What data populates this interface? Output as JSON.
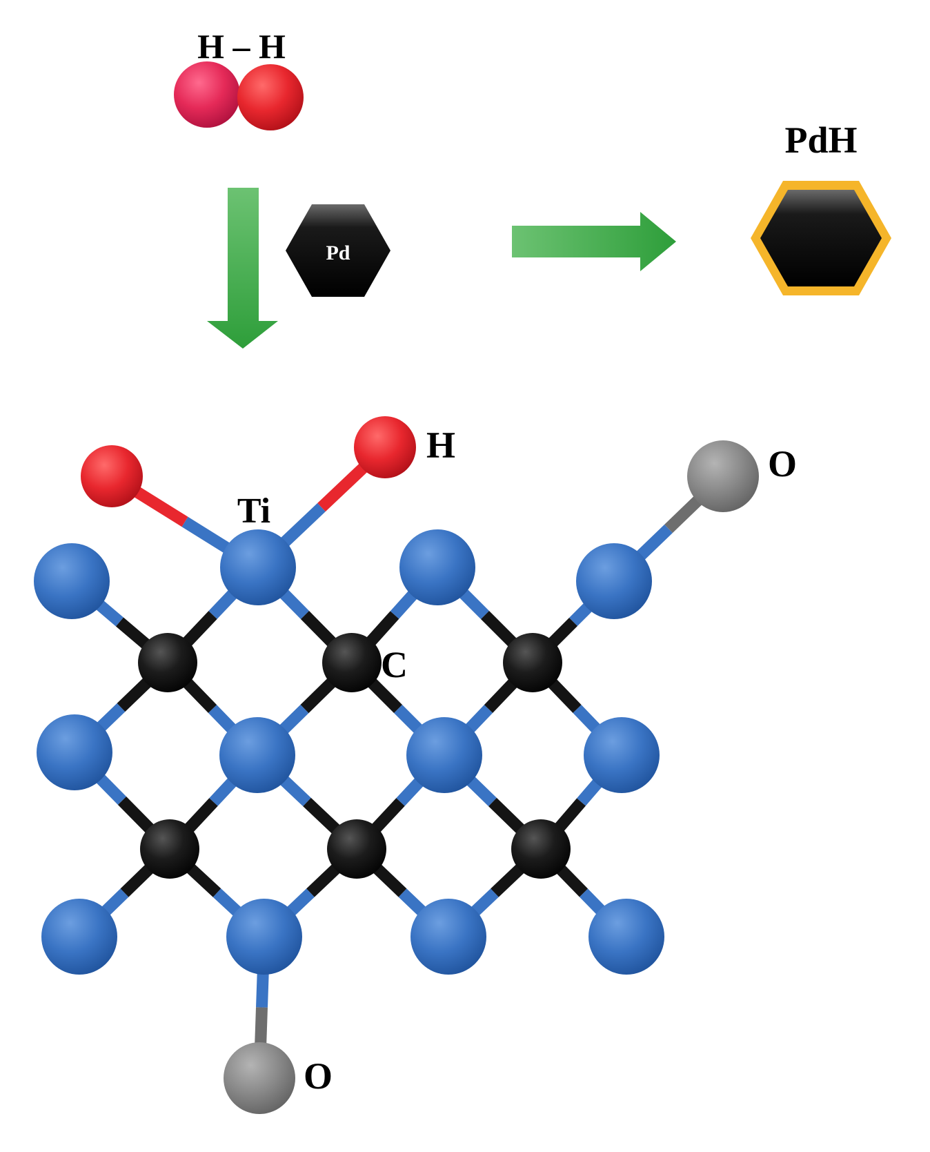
{
  "labels": {
    "h2": "H – H",
    "pd": "Pd",
    "pdh": "PdH",
    "h": "H",
    "ti": "Ti",
    "c": "C",
    "o_right": "O",
    "o_bottom": "O"
  },
  "colors": {
    "ti_atom": "#3a74c4",
    "c_atom": "#1c1c1c",
    "h_atom": "#e8272e",
    "o_atom": "#8a8a8a",
    "arrow": "#3aaa45",
    "pdh_ring": "#f5b52a",
    "pd_hexagon": "#000000"
  }
}
